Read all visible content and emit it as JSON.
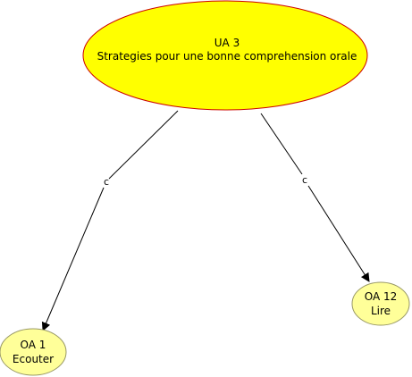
{
  "colors": {
    "main_node_fill": "#ffff00",
    "main_node_stroke": "#cc0000",
    "leaf_node_fill": "#ffff99",
    "leaf_node_stroke": "#999966",
    "edge_color": "#000000"
  },
  "nodes": {
    "main": {
      "line1": "UA 3",
      "line2": "Strategies pour une bonne comprehension orale"
    },
    "left": {
      "line1": "OA 1",
      "line2": "Ecouter"
    },
    "right": {
      "line1": "OA 12",
      "line2": "Lire"
    }
  },
  "edges": {
    "left_label": "c",
    "right_label": "c"
  }
}
